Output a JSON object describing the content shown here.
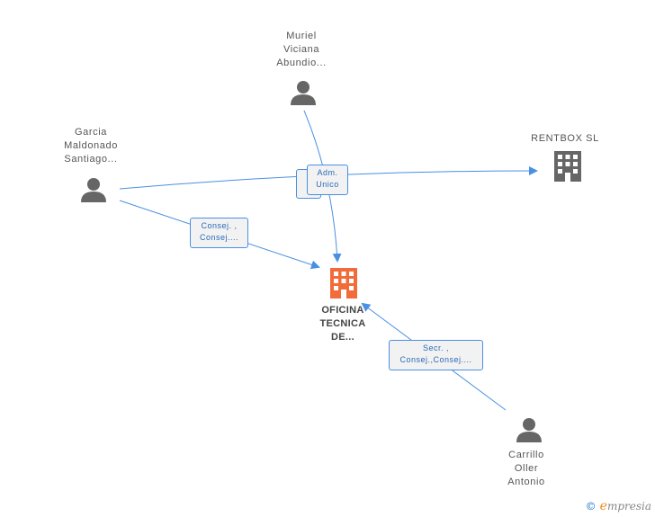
{
  "nodes": {
    "muriel": {
      "label": "Muriel\nViciana\nAbundio..."
    },
    "garcia": {
      "label": "Garcia\nMaldonado\nSantiago..."
    },
    "rentbox": {
      "label": "RENTBOX  SL"
    },
    "oficina": {
      "label": "OFICINA\nTECNICA\nDE..."
    },
    "carrillo": {
      "label": "Carrillo\nOller\nAntonio"
    }
  },
  "edges": {
    "adm_unico": {
      "label": "Adm.\nUnico"
    },
    "consej_garcia": {
      "label": "Consej. ,\nConsej...."
    },
    "secr_carrillo": {
      "label": "Secr. ,\nConsej.,Consej...."
    }
  },
  "colors": {
    "edge": "#4a90e2",
    "person_icon": "#666666",
    "company_icon": "#666666",
    "main_company_icon": "#f26c3a"
  },
  "watermark": {
    "copyright": "©",
    "brand_initial": "e",
    "brand_rest": "mpresia"
  }
}
